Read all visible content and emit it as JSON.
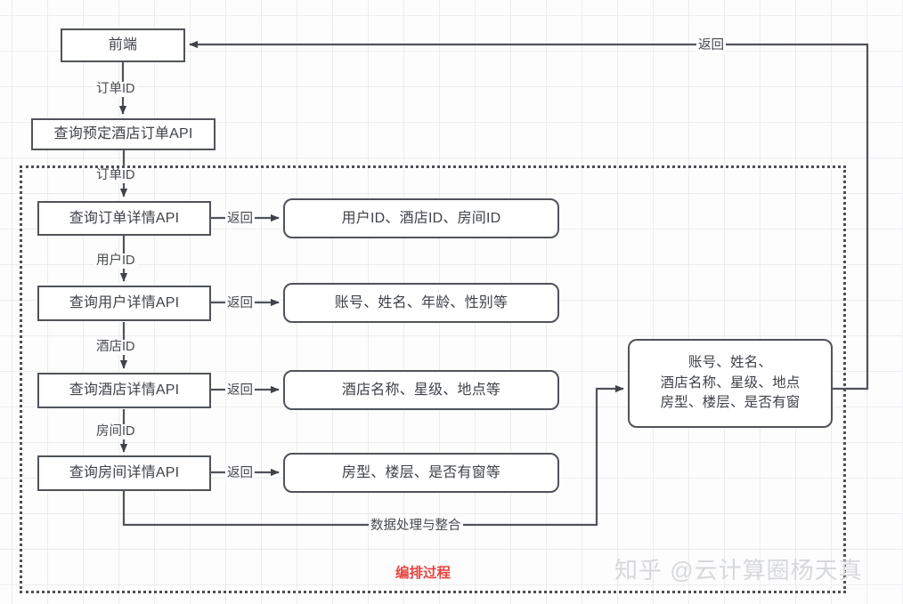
{
  "diagram": {
    "title_watermark": "知乎 @云计算圈杨天真",
    "group_label": "编排过程",
    "accent_color": "#e8443f",
    "line_color": "#50535a",
    "nodes": {
      "frontend": "前端",
      "query_hotel_order_api": "查询预定酒店订单API",
      "query_order_detail_api": "查询订单详情API",
      "query_user_detail_api": "查询用户详情API",
      "query_hotel_detail_api": "查询酒店详情API",
      "query_room_detail_api": "查询房间详情API",
      "order_result": "用户ID、酒店ID、房间ID",
      "user_result": "账号、姓名、年龄、性别等",
      "hotel_result": "酒店名称、星级、地点等",
      "room_result": "房型、楼层、是否有窗等",
      "summary_result": "账号、姓名、\n酒店名称、星级、地点\n房型、楼层、是否有窗"
    },
    "edges": {
      "frontend_to_order_api": "订单ID",
      "order_api_to_detail": "订单ID",
      "order_to_user": "用户ID",
      "user_to_hotel": "酒店ID",
      "hotel_to_room": "房间ID",
      "return_order": "返回",
      "return_user": "返回",
      "return_hotel": "返回",
      "return_room": "返回",
      "data_merge": "数据处理与整合",
      "return_to_frontend": "返回"
    }
  }
}
